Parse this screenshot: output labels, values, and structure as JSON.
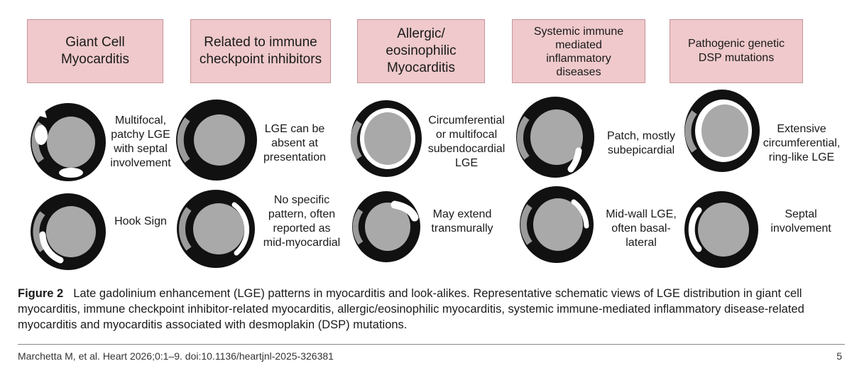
{
  "headers": [
    "Giant Cell\nMyocarditis",
    "Related to immune\ncheckpoint inhibitors",
    "Allergic/\neosinophilic\nMyocarditis",
    "Systemic immune\nmediated\ninflammatory\ndiseases",
    "Pathogenic genetic\nDSP mutations"
  ],
  "descriptions": {
    "row1": [
      "Multifocal,\npatchy LGE\nwith septal\ninvolvement",
      "LGE can be\nabsent at\npresentation",
      "Circumferential\nor multifocal\nsubendocardial\nLGE",
      "Patch, mostly\nsubepicardial",
      "Extensive\ncircumferential,\nring-like LGE"
    ],
    "row2": [
      "Hook Sign",
      "No specific\npattern, often\nreported as\nmid-myocardial",
      "May extend\ntransmurally",
      "Mid-wall LGE,\noften basal-\nlateral",
      "Septal\ninvolvement"
    ]
  },
  "caption": {
    "label": "Figure 2",
    "text": "Late gadolinium enhancement (LGE) patterns in myocarditis and look-alikes. Representative schematic views of LGE distribution in giant cell myocarditis, immune checkpoint inhibitor-related myocarditis, allergic/eosinophilic myocarditis, systemic immune-mediated inflammatory disease-related myocarditis and myocarditis associated with desmoplakin (DSP) mutations."
  },
  "footer": {
    "citation": "Marchetta M, et al. Heart 2026;0:1–9. doi:10.1136/heartjnl-2025-326381",
    "page": "5"
  },
  "colors": {
    "header_fill": "#efc9cb",
    "header_border": "#c79499",
    "myocardium": "#111111",
    "blood_pool": "#a9a9a9",
    "enhancement": "#ffffff"
  }
}
